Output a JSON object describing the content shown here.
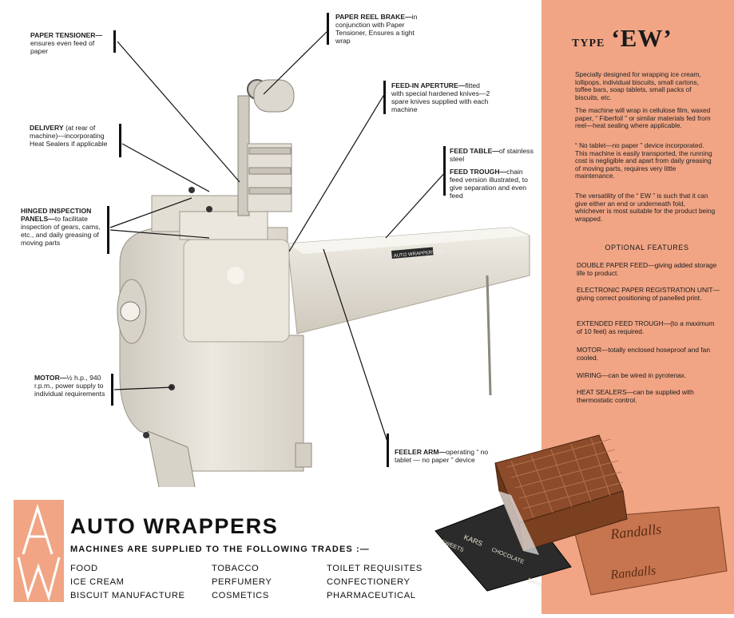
{
  "type_header": {
    "prefix": "TYPE",
    "model": "‘EW’"
  },
  "callouts": {
    "paper_tensioner": {
      "tag": "PAPER TENSIONER—",
      "body": "ensures even feed of paper"
    },
    "paper_reel_brake": {
      "tag": "PAPER REEL BRAKE—",
      "body": "in conjunction with Paper Tensioner, Ensures a tight wrap"
    },
    "feed_in_aperture": {
      "tag": "FEED-IN APERTURE—",
      "body": "fitted with special hardened knives—2 spare knives supplied with each machine"
    },
    "delivery": {
      "tag": "DELIVERY",
      "body": "(at rear of machine)—incorporating Heat Sealers if applicable"
    },
    "feed_table": {
      "tag": "FEED TABLE—",
      "body": "of stainless steel"
    },
    "feed_trough": {
      "tag": "FEED TROUGH—",
      "body": "chain feed version illustrated, to give separation and even feed"
    },
    "hinged_panels": {
      "tag": "HINGED INSPECTION PANELS—",
      "body": "to facilitate inspection of gears, cams, etc., and daily greasing of moving parts"
    },
    "motor": {
      "tag": "MOTOR—",
      "body": "½ h.p., 940 r.p.m., power supply to individual requirements"
    },
    "feeler_arm": {
      "tag": "FEELER ARM—",
      "body": "operating “ no tablet — no paper ” device"
    }
  },
  "machine_plate": "AUTO WRAPPERS LTD",
  "description": [
    "Specially designed for wrapping ice cream, lollipops, individual biscuits, small cartons, toffee bars, soap tablets, small packs of biscuits, etc.",
    "The machine will wrap in cellulose film, waxed paper, “ Fiberfoil ” or similar materials fed from reel—heat sealing where applicable.",
    "“ No tablet—no paper ” device incorporated. This machine is easily transported, the running cost is negligible and apart from daily greasing of moving parts, requires very little maintenance.",
    "The versatility of the “ EW ” is such that it can give either an end or underneath fold, whichever is most suitable for the product being wrapped."
  ],
  "optional_features": {
    "heading": "OPTIONAL FEATURES",
    "items": [
      {
        "tag": "DOUBLE PAPER FEED",
        "body": "—giving added storage life to product."
      },
      {
        "tag": "ELECTRONIC PAPER REGISTRATION UNIT",
        "body": "—giving correct positioning of panelled print."
      },
      {
        "tag": "EXTENDED FEED TROUGH",
        "body": "—(to a maximum of 10 feet) as required."
      },
      {
        "tag": "MOTOR",
        "body": "—totally enclosed hoseproof and fan cooled."
      },
      {
        "tag": "WIRING",
        "body": "—can be wired in pyrotenax."
      },
      {
        "tag": "HEAT SEALERS",
        "body": "—can be supplied with thermostatic control."
      }
    ]
  },
  "brand": {
    "logo_letters": "AW",
    "title": "AUTO WRAPPERS"
  },
  "trades": {
    "heading": "MACHINES ARE SUPPLIED TO THE FOLLOWING TRADES :—",
    "col1": [
      "FOOD",
      "ICE CREAM",
      "BISCUIT MANUFACTURE"
    ],
    "col2": [
      "TOBACCO",
      "PERFUMERY",
      "COSMETICS"
    ],
    "col3": [
      "TOILET REQUISITES",
      "CONFECTIONERY",
      "PHARMACEUTICAL"
    ]
  },
  "product_labels": {
    "randalls_top": "Randalls",
    "randalls_side": "Randalls",
    "bar_a": "KARS",
    "bar_b": "CHOCOLATE",
    "bar_c": "BARS",
    "bar_d": "SWEETS"
  },
  "colors": {
    "salmon": "#f1a585",
    "ink": "#1a1a1a",
    "machine": "#e6e2d8"
  }
}
